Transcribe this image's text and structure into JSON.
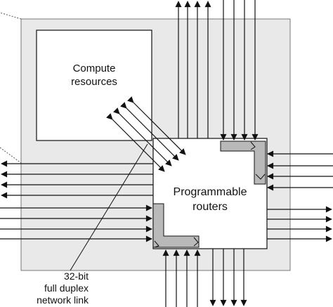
{
  "labels": {
    "compute_line1": "Compute",
    "compute_line2": "resources",
    "router_line1": "Programmable",
    "router_line2": "routers",
    "link_line1": "32-bit",
    "link_line2": "full duplex",
    "link_line3": "network link"
  },
  "colors": {
    "tile_fill": "#e9e9e9",
    "block_fill": "#ffffff",
    "stroke": "#111111",
    "outline": "#777777",
    "port_fill": "#b9b9b9",
    "leader_line": "#555555"
  }
}
